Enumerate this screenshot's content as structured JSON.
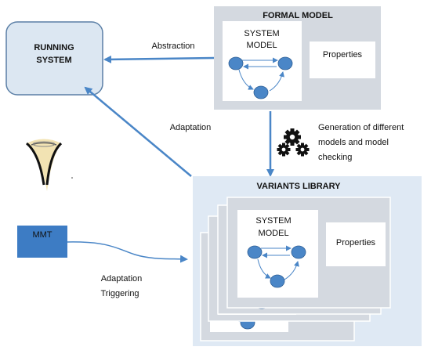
{
  "running_system": {
    "label_line1": "RUNNING",
    "label_line2": "SYSTEM"
  },
  "formal_model": {
    "title": "FORMAL MODEL",
    "system_model_line1": "SYSTEM",
    "system_model_line2": "MODEL",
    "properties": "Properties"
  },
  "variants_library": {
    "title": "VARIANTS LIBRARY",
    "system_model_line1": "SYSTEM",
    "system_model_line2": "MODEL",
    "properties": "Properties"
  },
  "mmt": {
    "label": "MMT"
  },
  "edges": {
    "abstraction": "Abstraction",
    "adaptation": "Adaptation",
    "generation_line1": "Generation of different",
    "generation_line2": "models and model",
    "generation_line3": "checking",
    "triggering_line1": "Adaptation",
    "triggering_line2": "Triggering"
  },
  "icons": {
    "gears": "gears-icon",
    "eye": "eye-icon"
  },
  "colors": {
    "running_fill": "#dce7f2",
    "running_stroke": "#5b7fa6",
    "formal_bg": "#d4d9e0",
    "library_bg": "#dfe9f4",
    "variant_bg": "#d4d9e0",
    "node_fill": "#4a86c7",
    "arrow": "#4a86c7",
    "mmt_fill": "#3d7cc4"
  }
}
